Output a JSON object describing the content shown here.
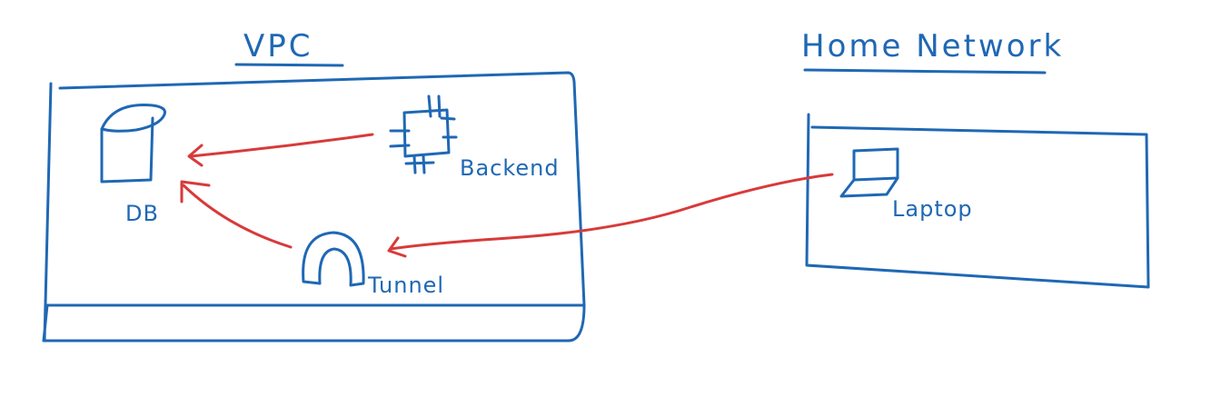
{
  "colors": {
    "ink": "#1f68b4",
    "arrow": "#d83a3a",
    "background": "#ffffff"
  },
  "groups": {
    "vpc": {
      "title": "VPC"
    },
    "home": {
      "title": "Home Network"
    }
  },
  "nodes": {
    "db": {
      "label": "DB",
      "icon": "database-cylinder-icon"
    },
    "backend": {
      "label": "Backend",
      "icon": "chip-icon"
    },
    "tunnel": {
      "label": "Tunnel",
      "icon": "tunnel-arch-icon"
    },
    "laptop": {
      "label": "Laptop",
      "icon": "laptop-icon"
    }
  },
  "edges": [
    {
      "from": "Backend",
      "to": "DB"
    },
    {
      "from": "Tunnel",
      "to": "DB"
    },
    {
      "from": "Laptop",
      "to": "Tunnel"
    }
  ]
}
